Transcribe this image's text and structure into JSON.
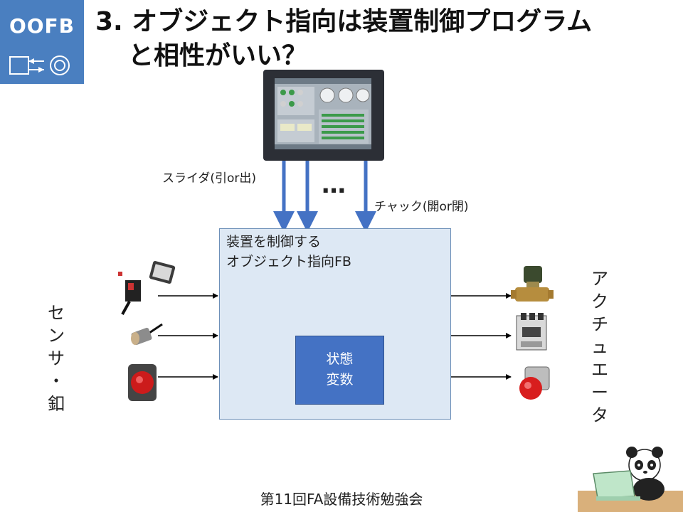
{
  "logo": {
    "text": "OOFB"
  },
  "title": {
    "line1": "3. オブジェクト指向は装置制御プログラム",
    "line2": "と相性がいい？"
  },
  "labels": {
    "slider": "スライダ(引or出)",
    "dots": "…",
    "chuck": "チャック(開or閉)"
  },
  "fb": {
    "line1": "装置を制御する",
    "line2": "オブジェクト指向FB",
    "state_line1": "状態",
    "state_line2": "変数"
  },
  "left_vertical": [
    "セ",
    "ン",
    "サ",
    "・",
    "釦"
  ],
  "right_vertical": [
    "ア",
    "ク",
    "チ",
    "ュ",
    "エ",
    "ー",
    "タ"
  ],
  "footer": "第11回FA設備技術勉強会",
  "colors": {
    "arrow_blue": "#4472c4",
    "logo_bg": "#4a7fc0",
    "fb_bg": "#dde8f4",
    "state_bg": "#4472c4"
  }
}
